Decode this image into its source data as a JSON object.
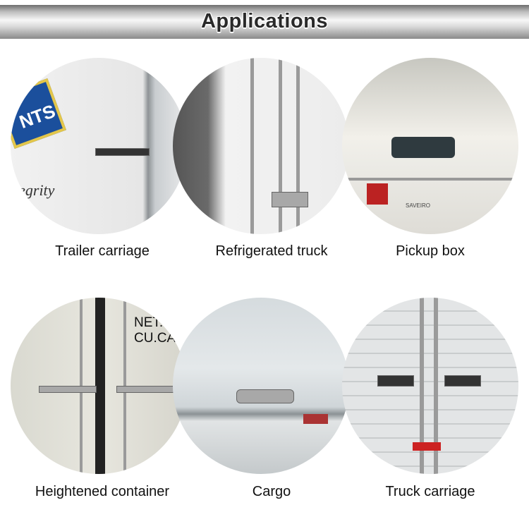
{
  "header": {
    "title": "Applications"
  },
  "applications": [
    {
      "label": "Trailer carriage",
      "photo_text": [
        "NTS",
        "tegrity"
      ]
    },
    {
      "label": "Refrigerated truck"
    },
    {
      "label": "Pickup box",
      "photo_text": [
        "SAVEIRO"
      ]
    },
    {
      "label": "Heightened container",
      "photo_text": [
        "NET.",
        "CU.CAP."
      ]
    },
    {
      "label": "Cargo"
    },
    {
      "label": "Truck carriage"
    }
  ]
}
